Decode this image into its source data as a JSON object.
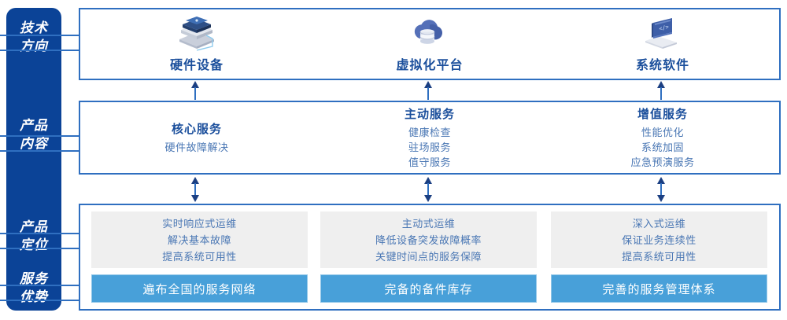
{
  "spine": {
    "sections": [
      {
        "name": "tech-direction",
        "lines": [
          "技术",
          "方向"
        ]
      },
      {
        "name": "product-content",
        "lines": [
          "产品",
          "内容"
        ]
      },
      {
        "name": "product-position",
        "lines": [
          "产品",
          "定位"
        ]
      },
      {
        "name": "service-advantage",
        "lines": [
          "服务",
          "优势"
        ]
      }
    ]
  },
  "tech_row": {
    "columns": [
      {
        "icon": "server-stack-icon",
        "title": "硬件设备"
      },
      {
        "icon": "cloud-database-icon",
        "title": "虚拟化平台"
      },
      {
        "icon": "laptop-code-icon",
        "title": "系统软件"
      }
    ]
  },
  "product_row": {
    "columns": [
      {
        "title": "核心服务",
        "items": [
          "硬件故障解决"
        ]
      },
      {
        "title": "主动服务",
        "items": [
          "健康检查",
          "驻场服务",
          "值守服务"
        ]
      },
      {
        "title": "增值服务",
        "items": [
          "性能优化",
          "系统加固",
          "应急预演服务"
        ]
      }
    ]
  },
  "bottom_row": {
    "positions": [
      {
        "lines": [
          "实时响应式运维",
          "解决基本故障",
          "提高系统可用性"
        ]
      },
      {
        "lines": [
          "主动式运维",
          "降低设备突发故障概率",
          "关键时间点的服务保障"
        ]
      },
      {
        "lines": [
          "深入式运维",
          "保证业务连续性",
          "提高系统可用性"
        ]
      }
    ],
    "advantages": [
      "遍布全国的服务网络",
      "完备的备件库存",
      "完善的服务管理体系"
    ]
  },
  "colors": {
    "spine_blue": "#0b4397",
    "border_blue": "#2f6fc0",
    "title_blue": "#1b4f9c",
    "text_blue": "#4a77b4",
    "bar_blue": "#48a0d9",
    "grey_box": "#efefef"
  }
}
